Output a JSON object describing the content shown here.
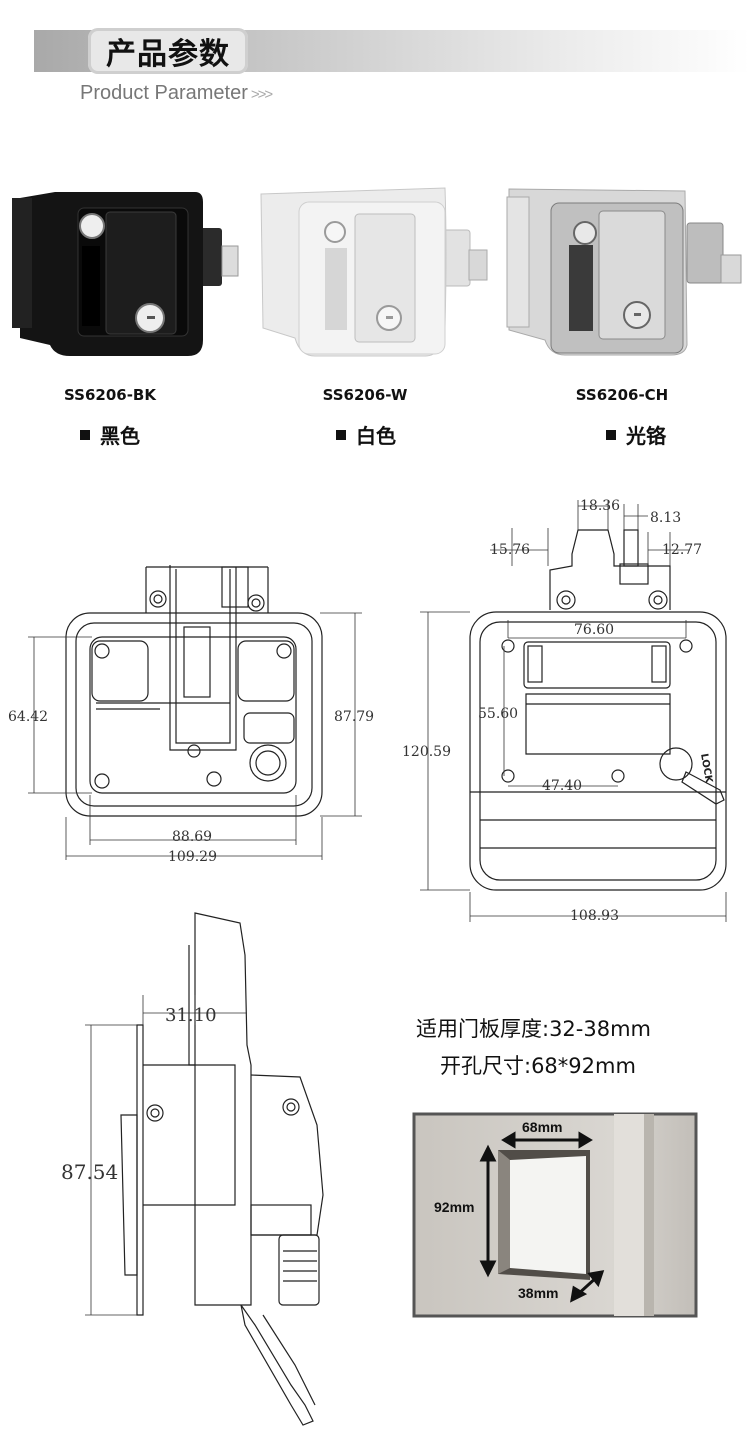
{
  "header": {
    "title": "产品参数",
    "subtitle": "Product Parameter",
    "subtitle_arrows": ">>>"
  },
  "products": [
    {
      "model": "SS6206-BK",
      "color_name": "黑色",
      "finish": "#1a1a1a"
    },
    {
      "model": "SS6206-W",
      "color_name": "白色",
      "finish": "#e9e9e9"
    },
    {
      "model": "SS6206-CH",
      "color_name": "光铬",
      "finish": "#c8c8c8"
    }
  ],
  "drawing_front": {
    "dims": {
      "h_inner": "64.42",
      "h_outer": "87.79",
      "w_inner": "88.69",
      "w_outer": "109.29"
    }
  },
  "drawing_back": {
    "dims": {
      "d1": "18.36",
      "d2": "8.13",
      "d3": "15.76",
      "d4": "12.77",
      "d5": "76.60",
      "d6": "55.60",
      "d7": "47.40",
      "d8": "120.59",
      "d9": "108.93"
    },
    "key_text": "LOCK"
  },
  "drawing_side": {
    "dims": {
      "depth": "31.10",
      "height": "87.54"
    }
  },
  "specs": {
    "door_thickness": "适用门板厚度:32-38mm",
    "cutout": "开孔尺寸:68*92mm"
  },
  "cutout_photo": {
    "width_label": "68mm",
    "height_label": "92mm",
    "depth_label": "38mm"
  }
}
